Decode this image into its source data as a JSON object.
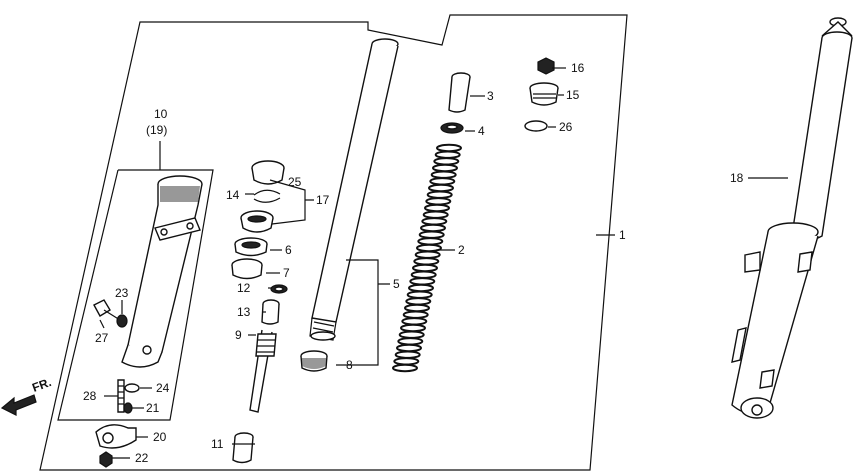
{
  "direction_label": "FR.",
  "parts": [
    {
      "id": "p1",
      "label": "1"
    },
    {
      "id": "p2",
      "label": "2"
    },
    {
      "id": "p3",
      "label": "3"
    },
    {
      "id": "p4",
      "label": "4"
    },
    {
      "id": "p5",
      "label": "5"
    },
    {
      "id": "p6",
      "label": "6"
    },
    {
      "id": "p7",
      "label": "7"
    },
    {
      "id": "p8",
      "label": "8"
    },
    {
      "id": "p9",
      "label": "9"
    },
    {
      "id": "p10",
      "label": "10"
    },
    {
      "id": "p10b",
      "label": "(19)"
    },
    {
      "id": "p11",
      "label": "11"
    },
    {
      "id": "p12",
      "label": "12"
    },
    {
      "id": "p13",
      "label": "13"
    },
    {
      "id": "p14",
      "label": "14"
    },
    {
      "id": "p15",
      "label": "15"
    },
    {
      "id": "p16",
      "label": "16"
    },
    {
      "id": "p17",
      "label": "17"
    },
    {
      "id": "p18",
      "label": "18"
    },
    {
      "id": "p20",
      "label": "20"
    },
    {
      "id": "p21",
      "label": "21"
    },
    {
      "id": "p22",
      "label": "22"
    },
    {
      "id": "p23",
      "label": "23"
    },
    {
      "id": "p24",
      "label": "24"
    },
    {
      "id": "p25",
      "label": "25"
    },
    {
      "id": "p26",
      "label": "26"
    },
    {
      "id": "p27",
      "label": "27"
    },
    {
      "id": "p28",
      "label": "28"
    }
  ]
}
